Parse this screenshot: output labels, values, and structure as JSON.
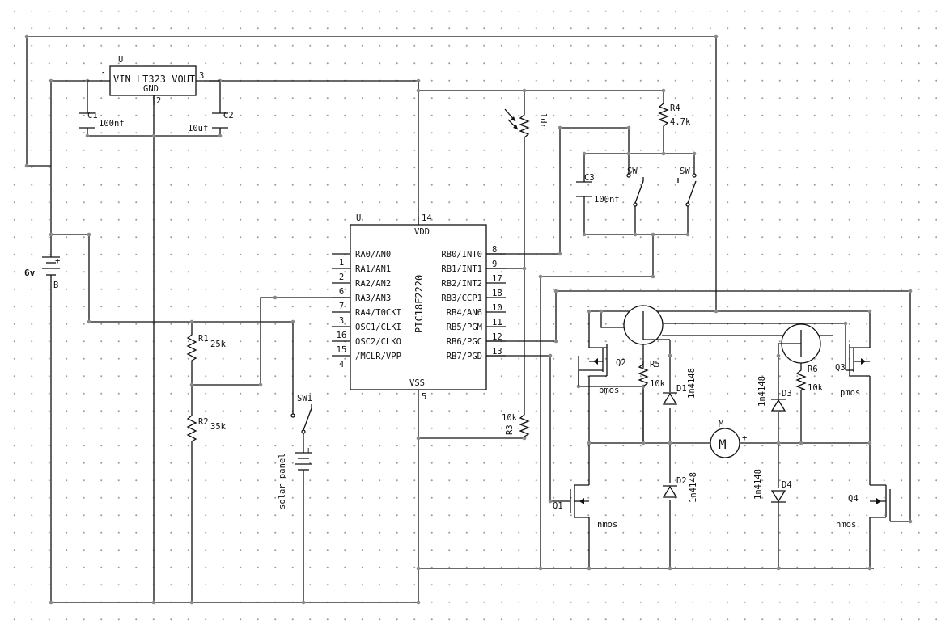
{
  "regulator": {
    "ref": "U",
    "title": "VIN LT323 VOUT",
    "gnd": "GND",
    "pin_in": "1",
    "pin_gnd": "2",
    "pin_out": "3"
  },
  "caps": {
    "c1_ref": "C1",
    "c1_val": "100nf",
    "c2_ref": "C2",
    "c2_val": "10uf",
    "c3_ref": "C3",
    "c3_val": "100nf"
  },
  "battery": {
    "value": "6v",
    "ref": "B",
    "plus": "+"
  },
  "mcu": {
    "ref": "U",
    "name": "PIC18F2220",
    "vdd": "VDD",
    "vss": "VSS",
    "vdd_pin": "14",
    "vss_pin": "5",
    "left_pins": [
      {
        "num": "1",
        "label": "RA0/AN0"
      },
      {
        "num": "2",
        "label": "RA1/AN1"
      },
      {
        "num": "6",
        "label": "RA2/AN2"
      },
      {
        "num": "7",
        "label": "RA3/AN3"
      },
      {
        "num": "3",
        "label": "RA4/T0CKI"
      },
      {
        "num": "16",
        "label": "OSC1/CLKI"
      },
      {
        "num": "15",
        "label": "OSC2/CLKO"
      },
      {
        "num": "4",
        "label": "/MCLR/VPP"
      }
    ],
    "right_pins": [
      {
        "num": "8",
        "label": "RB0/INT0"
      },
      {
        "num": "9",
        "label": "RB1/INT1"
      },
      {
        "num": "17",
        "label": "RB2/INT2"
      },
      {
        "num": "18",
        "label": "RB3/CCP1"
      },
      {
        "num": "10",
        "label": "RB4/AN6"
      },
      {
        "num": "11",
        "label": "RB5/PGM"
      },
      {
        "num": "12",
        "label": "RB6/PGC"
      },
      {
        "num": "13",
        "label": "RB7/PGD"
      }
    ]
  },
  "resistors": {
    "r1_ref": "R1",
    "r1_val": "25k",
    "r2_ref": "R2",
    "r2_val": "35k",
    "r3_ref": "R3",
    "r3_val": "10k",
    "r4_ref": "R4",
    "r4_val": "4.7k",
    "r5_ref": "R5",
    "r5_val": "10k",
    "r6_ref": "R6",
    "r6_val": "10k",
    "ldr_val": "ldr"
  },
  "switches": {
    "sw1": "SW1",
    "sw_a": "SW",
    "sw_b": "SW"
  },
  "solar": {
    "label": "solar panel",
    "plus": "+"
  },
  "transistors": {
    "q1": "Q1",
    "q1_type": "nmos",
    "q2": "Q2",
    "q2_type": "pmos",
    "q3": "Q3",
    "q3_type": "pmos",
    "q4": "Q4",
    "q4_type": "nmos."
  },
  "diodes": {
    "d1": "D1",
    "d1_val": "1n4148",
    "d2": "D2",
    "d2_val": "1n4148",
    "d3": "D3",
    "d3_val": "1n4148",
    "d4": "D4",
    "d4_val": "1n4148"
  },
  "motor": {
    "ref": "M",
    "symbol": "M",
    "plus": "+"
  }
}
